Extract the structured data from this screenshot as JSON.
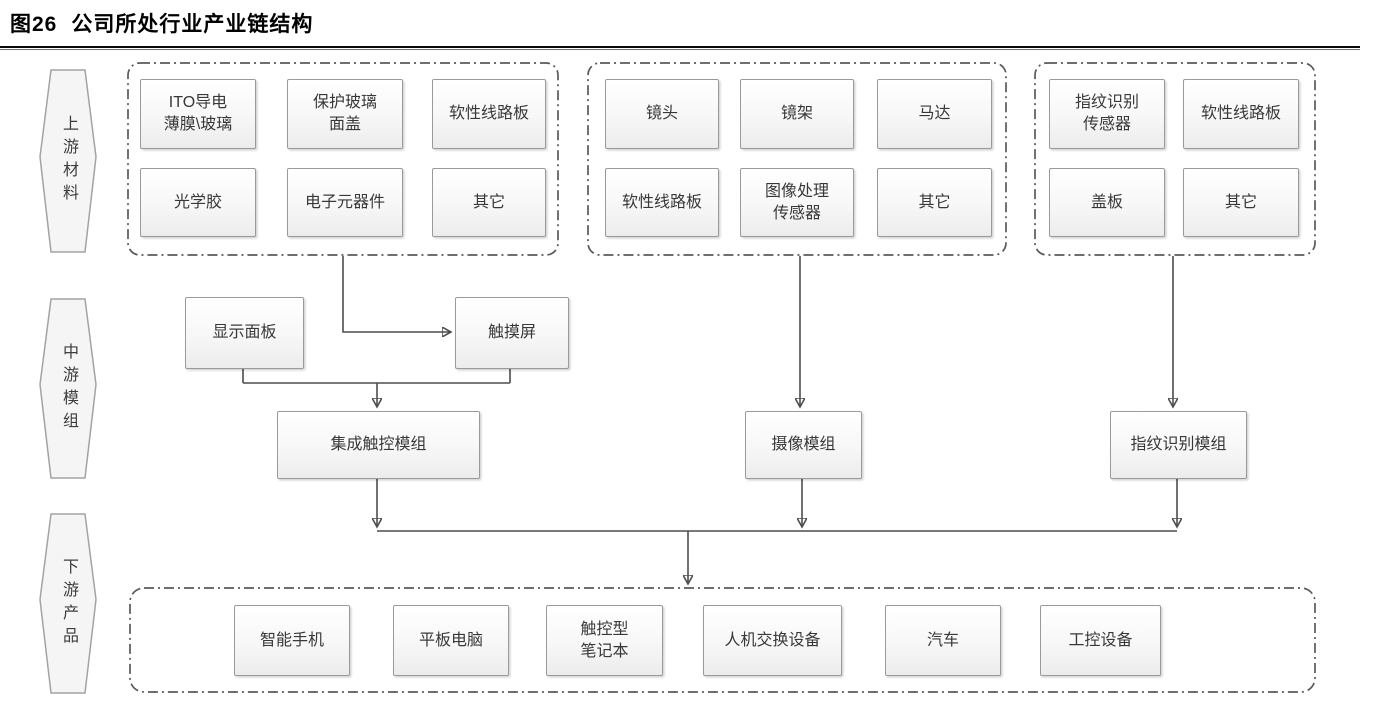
{
  "figure": {
    "number": "图26",
    "title": "公司所处行业产业链结构"
  },
  "stages": {
    "upstream": "上游材料",
    "midstream": "中游模组",
    "downstream": "下游产品"
  },
  "upstream_groups": {
    "touch": {
      "items": [
        "ITO导电\n薄膜\\玻璃",
        "保护玻璃\n面盖",
        "软性线路板",
        "光学胶",
        "电子元器件",
        "其它"
      ]
    },
    "camera": {
      "items": [
        "镜头",
        "镜架",
        "马达",
        "软性线路板",
        "图像处理\n传感器",
        "其它"
      ]
    },
    "fingerprint": {
      "items": [
        "指纹识别\n传感器",
        "软性线路板",
        "盖板",
        "其它"
      ]
    }
  },
  "midstream_nodes": {
    "display_panel": "显示面板",
    "touch_screen": "触摸屏",
    "integrated_touch_module": "集成触控模组",
    "camera_module": "摄像模组",
    "fingerprint_module": "指纹识别模组"
  },
  "downstream_products": {
    "items": [
      "智能手机",
      "平板电脑",
      "触控型\n笔记本",
      "人机交换设备",
      "汽车",
      "工控设备"
    ]
  },
  "colors": {
    "connector": "#4d4d4d",
    "group_border": "#595959",
    "node_border": "#9a9a9a",
    "node_fill_top": "#ffffff",
    "node_fill_bottom": "#ececec",
    "node_text": "#383838",
    "title_text": "#000000"
  }
}
